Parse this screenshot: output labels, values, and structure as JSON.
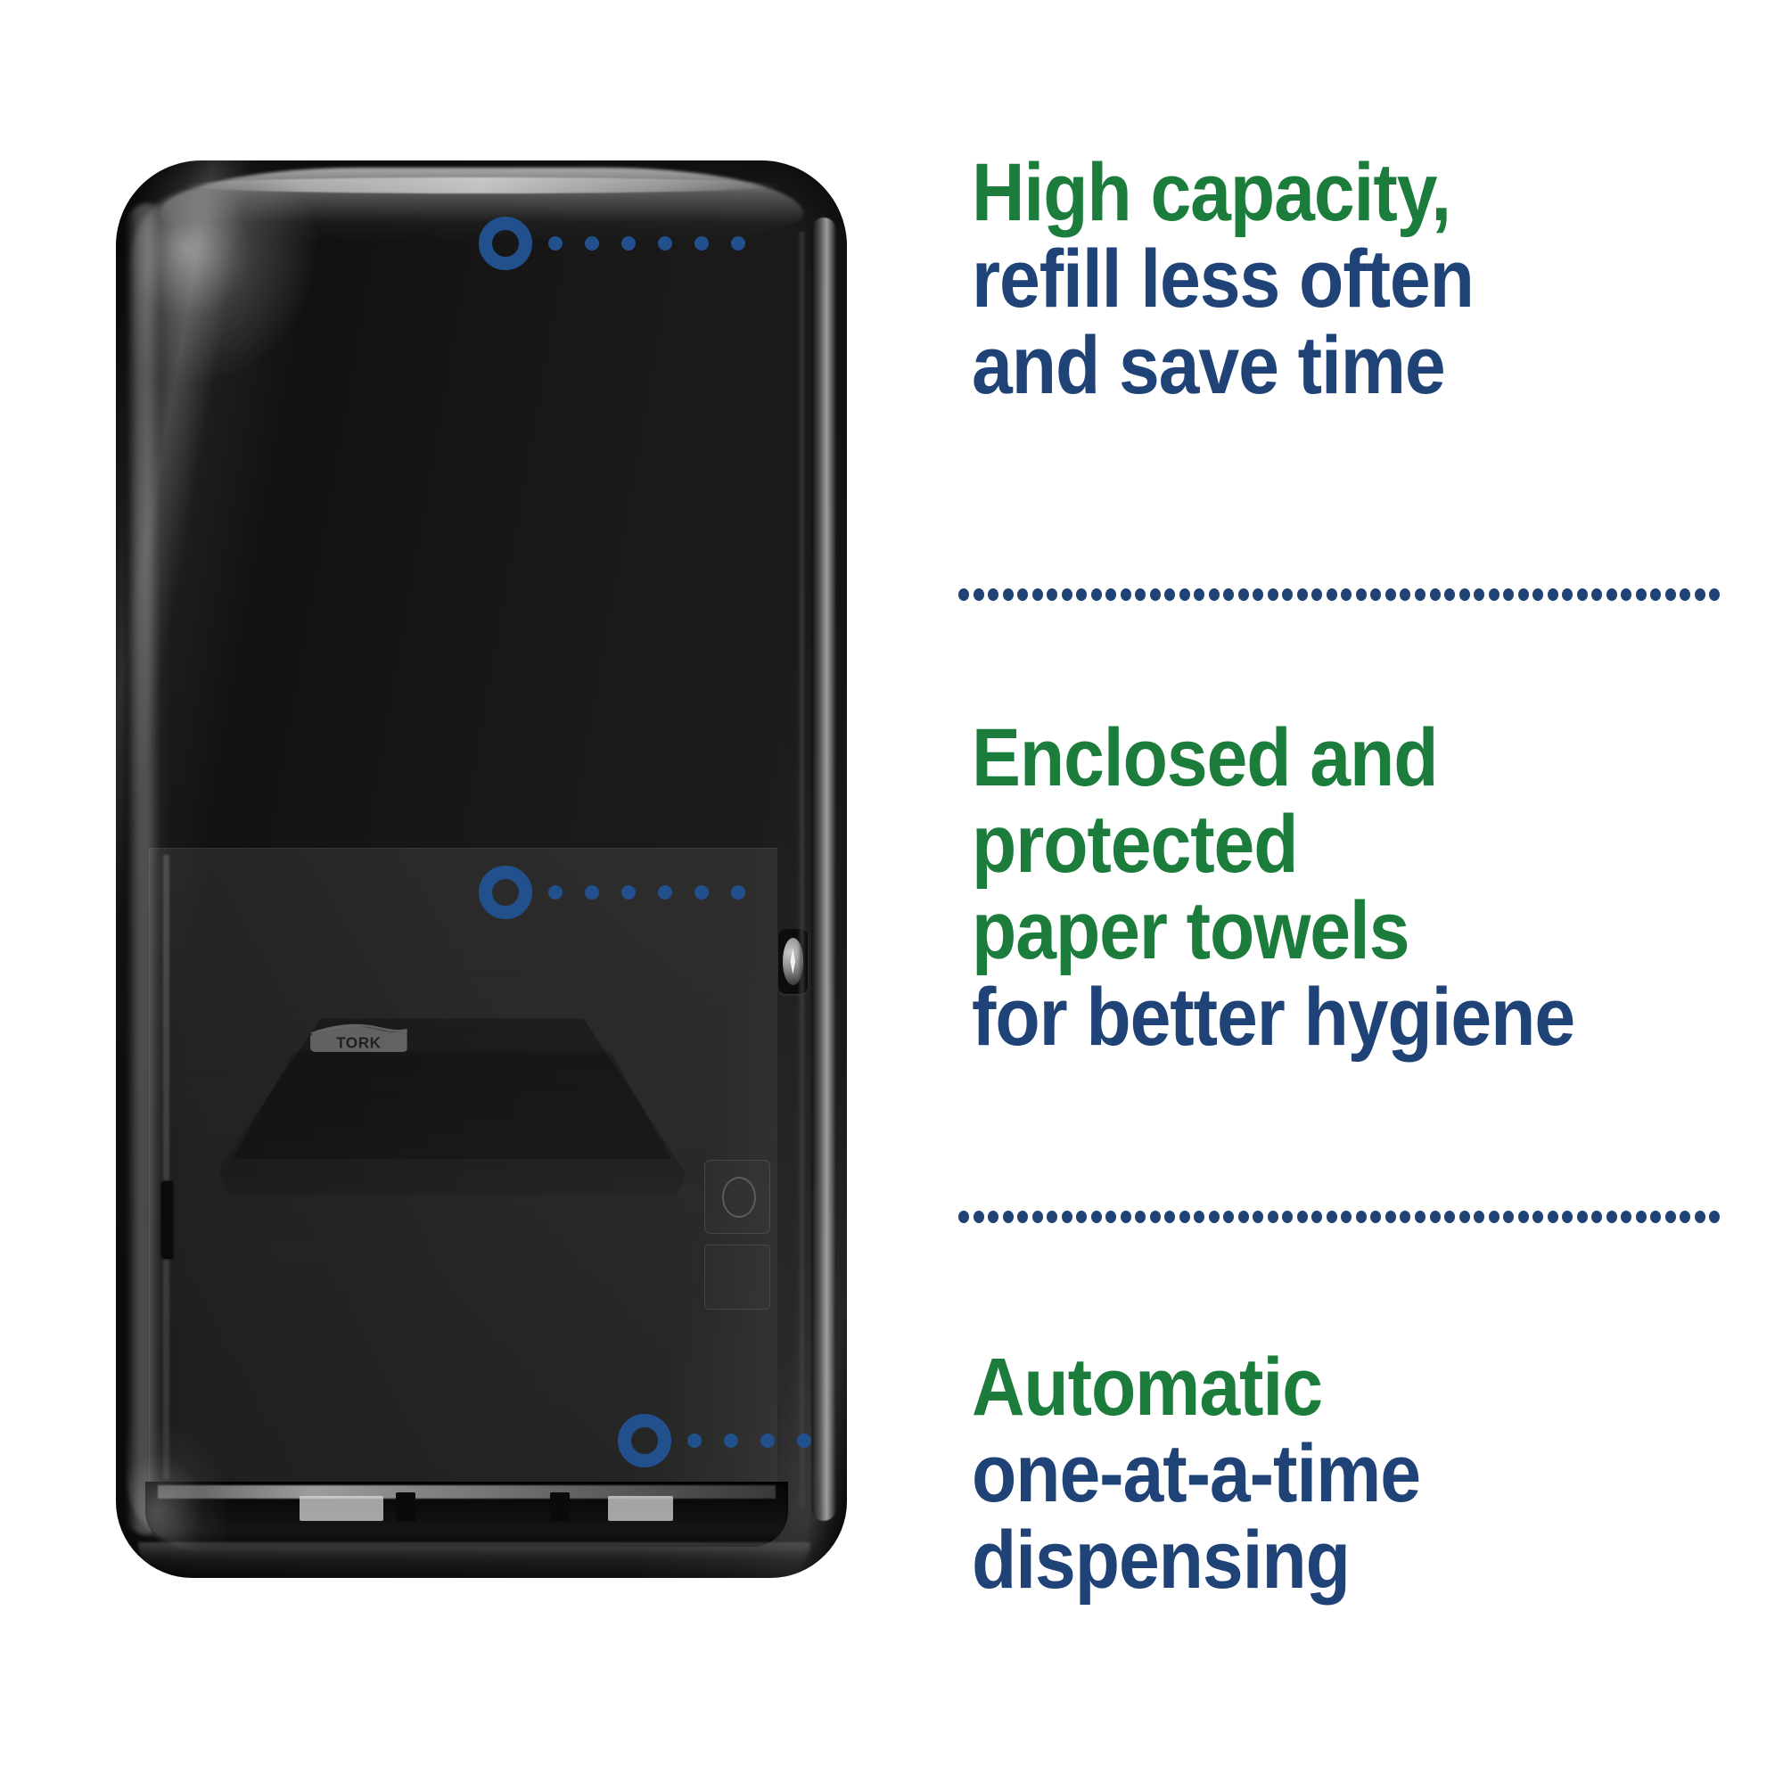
{
  "page": {
    "background_color": "#ffffff",
    "accent_green": "#1C7C3C",
    "accent_blue": "#1F4277",
    "marker_blue": "#22508C"
  },
  "product": {
    "name": "tork-paper-towel-dispenser",
    "brand_logo_text": "TORK",
    "finish": "black",
    "sensor_icon_label": "hand-wave-sensor",
    "lock_label": "key-lock"
  },
  "callouts": [
    {
      "id": "callout-1",
      "marker_name": "callout-marker-1",
      "leader_name": "callout-leader-1",
      "leader_dots": 6,
      "lines": [
        {
          "text": "High capacity,",
          "color": "green"
        },
        {
          "text": "refill less often",
          "color": "blue"
        },
        {
          "text": "and save time",
          "color": "blue"
        }
      ]
    },
    {
      "id": "callout-2",
      "marker_name": "callout-marker-2",
      "leader_name": "callout-leader-2",
      "leader_dots": 6,
      "lines": [
        {
          "text": "Enclosed and",
          "color": "green"
        },
        {
          "text": "protected",
          "color": "green"
        },
        {
          "text": "paper towels",
          "color": "green"
        },
        {
          "text": "for better hygiene",
          "color": "blue"
        }
      ]
    },
    {
      "id": "callout-3",
      "marker_name": "callout-marker-3",
      "leader_name": "callout-leader-3",
      "leader_dots": 6,
      "lines": [
        {
          "text": "Automatic",
          "color": "green"
        },
        {
          "text": "one-at-a-time",
          "color": "blue"
        },
        {
          "text": "dispensing",
          "color": "blue"
        }
      ]
    }
  ],
  "dividers": [
    {
      "id": "divider-1",
      "dots": 52
    },
    {
      "id": "divider-2",
      "dots": 52
    }
  ]
}
